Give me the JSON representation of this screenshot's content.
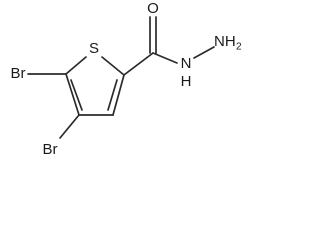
{
  "molecule": {
    "atoms": {
      "sulfur": "S",
      "oxygen": "O",
      "nitrogen_amide": "N",
      "hydrogen_amide": "H",
      "nitrogen_terminal": "NH",
      "nitrogen_terminal_subscript": "2",
      "bromine_5": "Br",
      "bromine_4": "Br"
    }
  }
}
